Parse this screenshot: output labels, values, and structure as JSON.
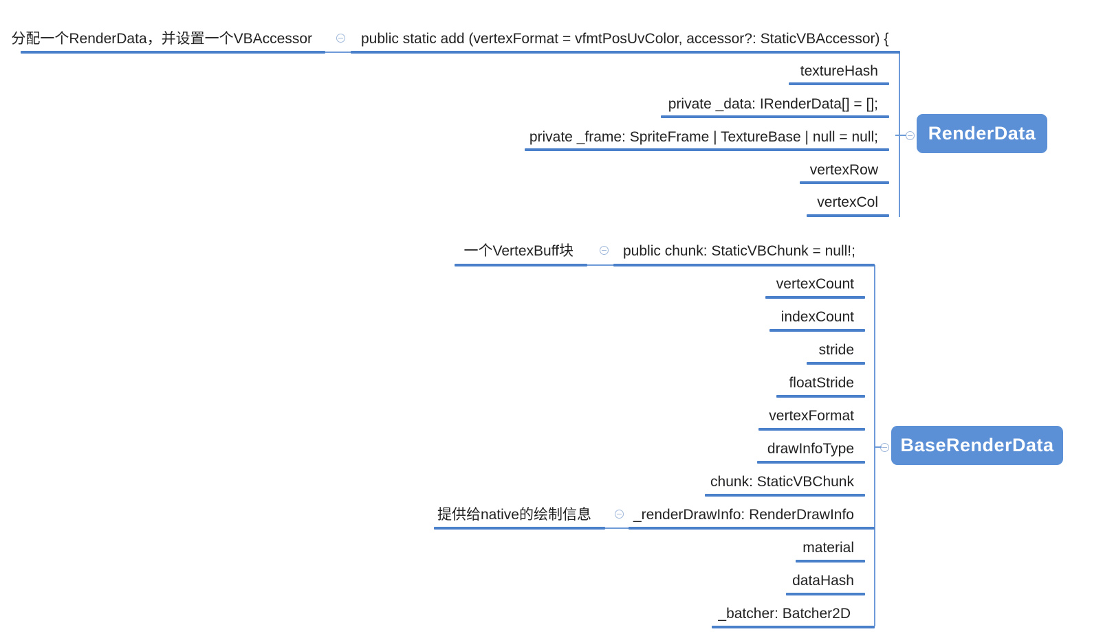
{
  "render_data": {
    "title": "RenderData",
    "add": "public static add (vertexFormat = vfmtPosUvColor, accessor?: StaticVBAccessor) {",
    "add_note": "分配一个RenderData，并设置一个VBAccessor",
    "texture_hash": "textureHash",
    "data": "private _data: IRenderData[] = [];",
    "frame": "private _frame: SpriteFrame | TextureBase | null = null;",
    "vertex_row": "vertexRow",
    "vertex_col": "vertexCol"
  },
  "base_render_data": {
    "title": "BaseRenderData",
    "chunk": "public chunk: StaticVBChunk = null!;",
    "chunk_note": "一个VertexBuff块",
    "vertex_count": "vertexCount",
    "index_count": "indexCount",
    "stride": "stride",
    "float_stride": "floatStride",
    "vertex_format": "vertexFormat",
    "draw_info_type": "drawInfoType",
    "chunk_type": "chunk: StaticVBChunk",
    "render_draw_info": "_renderDrawInfo: RenderDrawInfo",
    "render_draw_info_note": "提供给native的绘制信息",
    "material": "material",
    "data_hash": "dataHash",
    "batcher": "_batcher: Batcher2D"
  },
  "colors": {
    "root_fill": "#5b8fd6",
    "branch_line": "#4a7fc9",
    "connector": "#6e9bd8"
  }
}
